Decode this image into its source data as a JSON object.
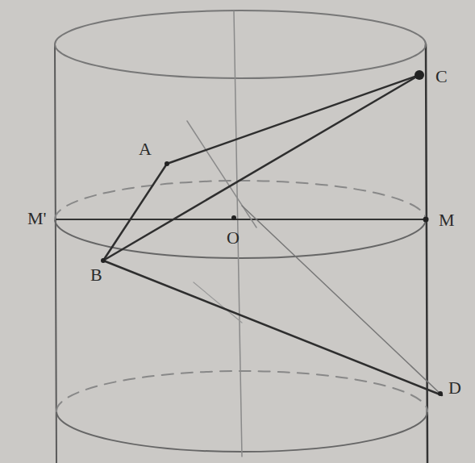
{
  "diagram": {
    "labels": [
      "A",
      "B",
      "C",
      "D",
      "M",
      "M'",
      "O"
    ]
  }
}
